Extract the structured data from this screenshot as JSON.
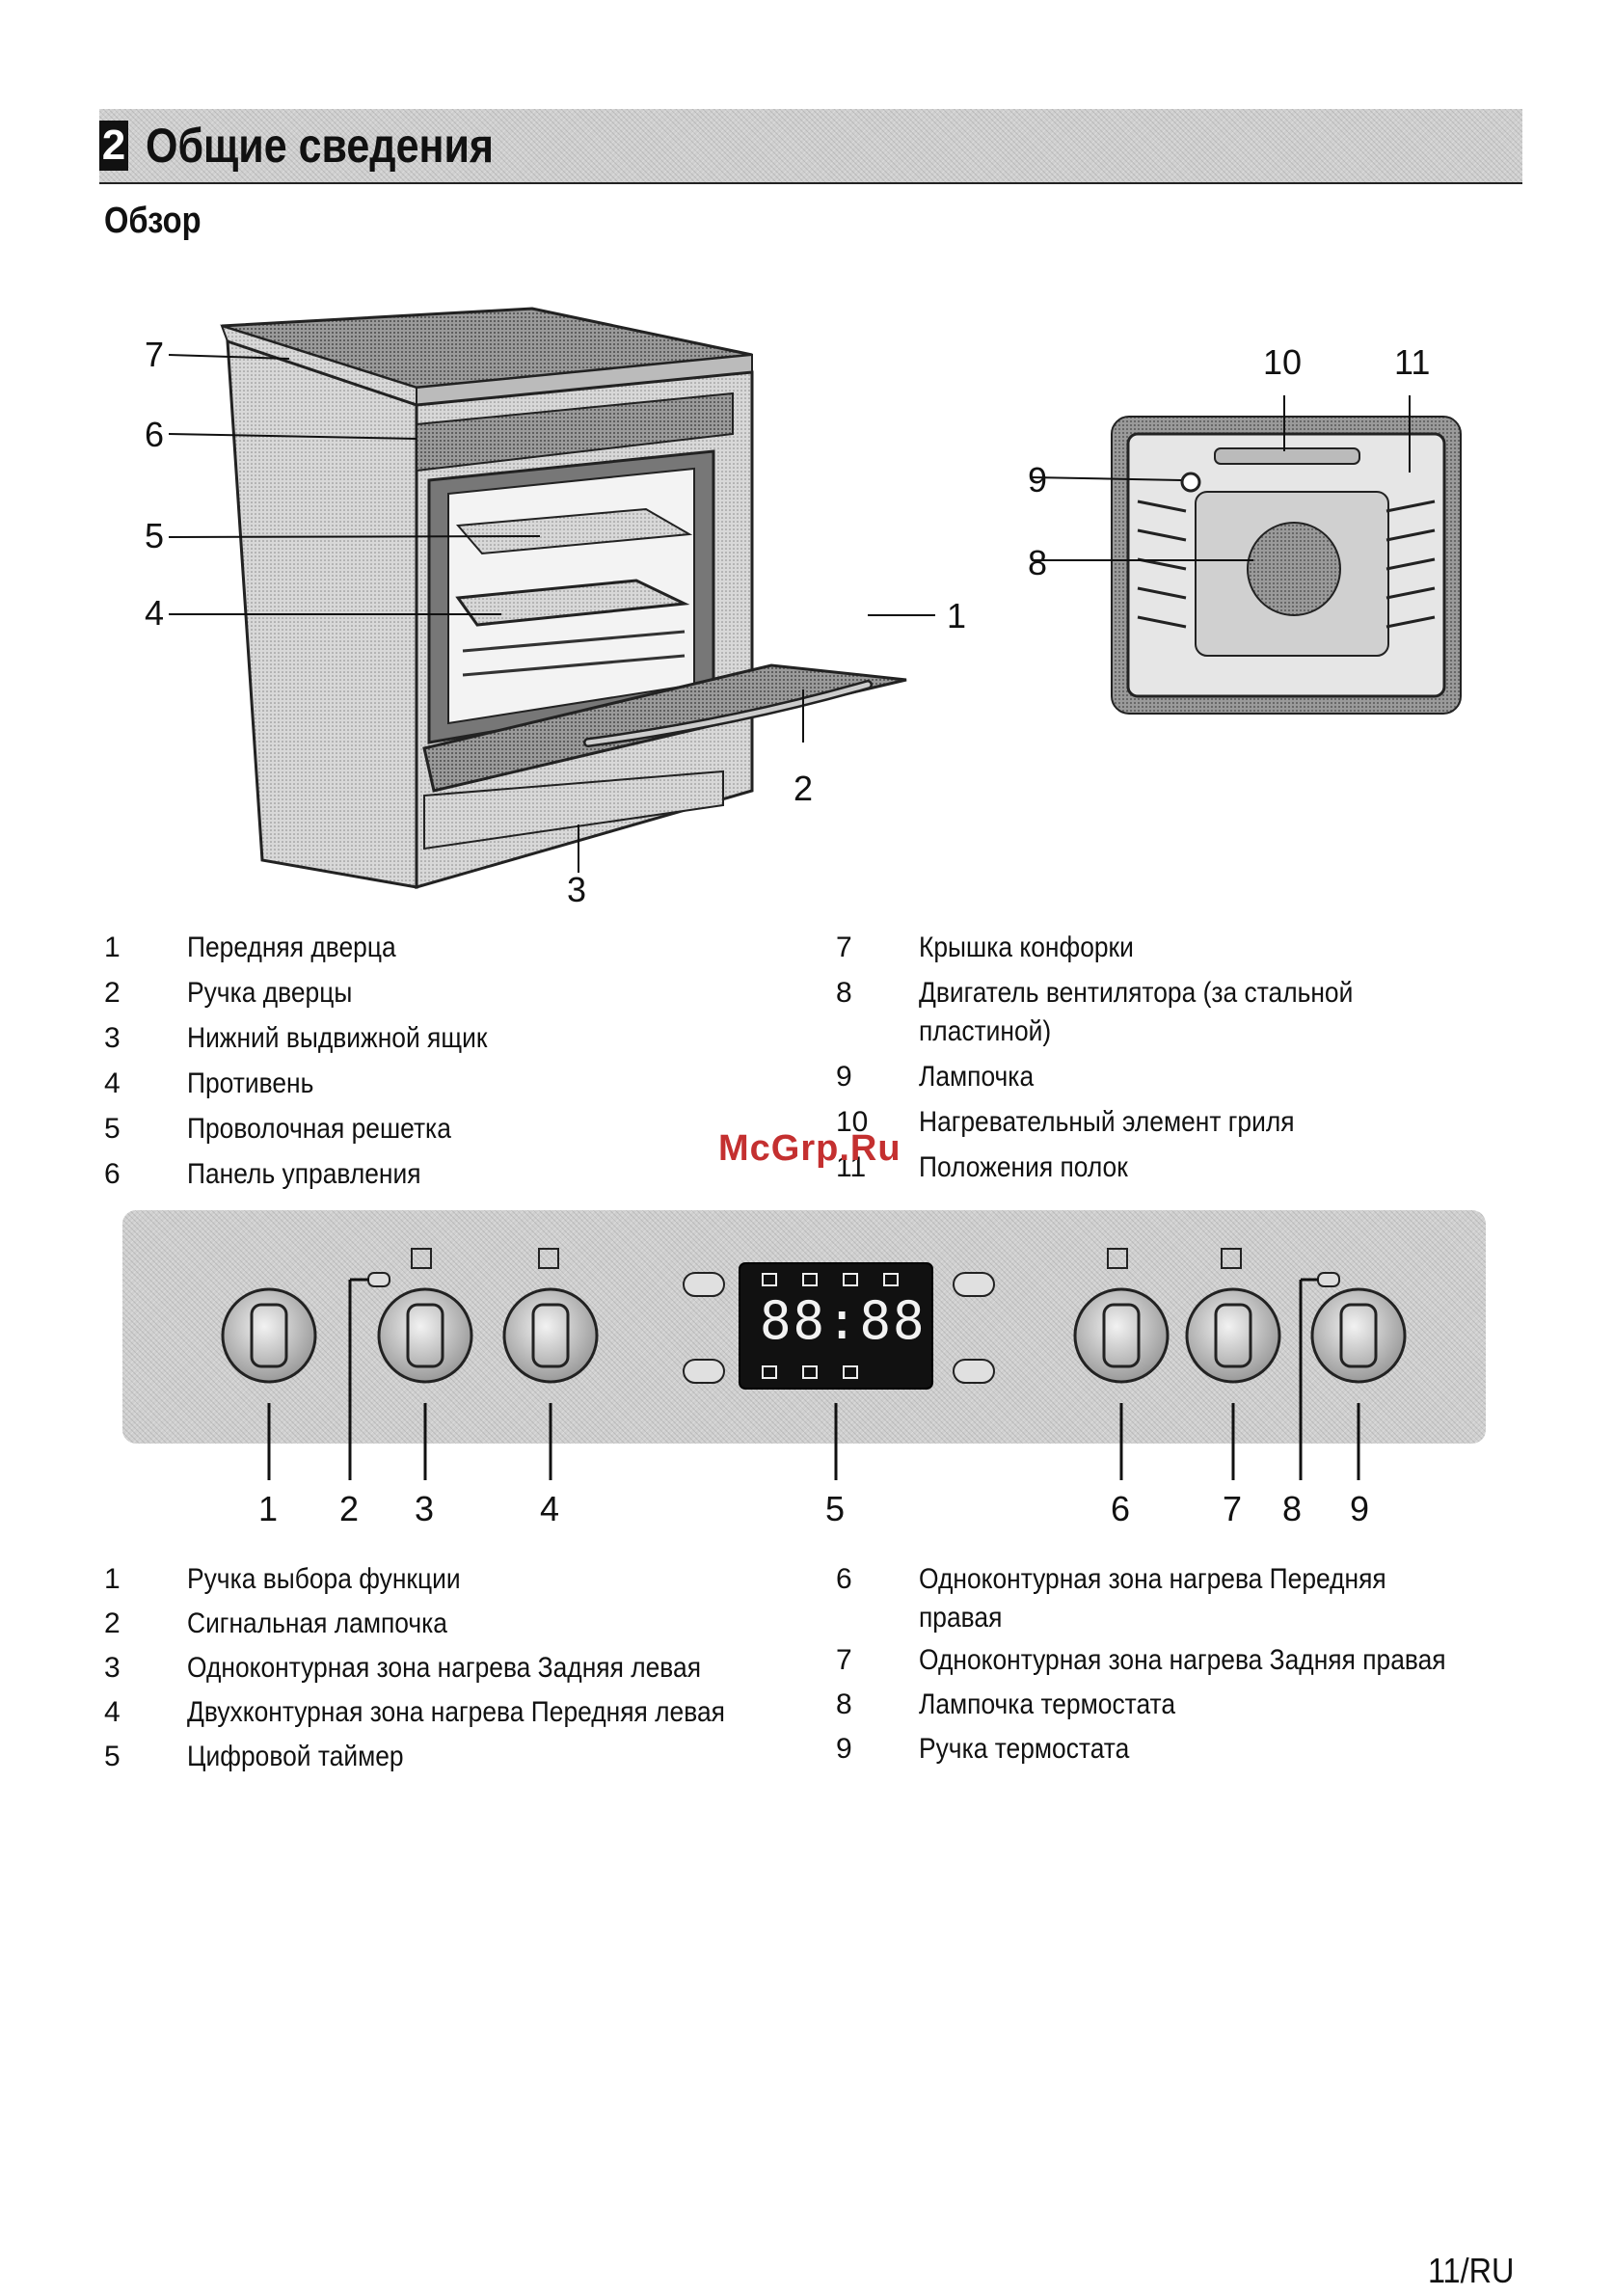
{
  "header": {
    "section_number": "2",
    "title": "Общие сведения"
  },
  "subtitle": "Обзор",
  "oven_diagram": {
    "callouts": [
      "1",
      "2",
      "3",
      "4",
      "5",
      "6",
      "7",
      "8",
      "9",
      "10",
      "11"
    ]
  },
  "oven_legend": [
    {
      "num": "1",
      "text": "Передняя дверца"
    },
    {
      "num": "2",
      "text": "Ручка дверцы"
    },
    {
      "num": "3",
      "text": "Нижний выдвижной ящик"
    },
    {
      "num": "4",
      "text": "Противень"
    },
    {
      "num": "5",
      "text": "Проволочная решетка"
    },
    {
      "num": "6",
      "text": "Панель управления"
    },
    {
      "num": "7",
      "text": "Крышка конфорки"
    },
    {
      "num": "8",
      "text": "Двигатель вентилятора (за стальной пластиной)"
    },
    {
      "num": "9",
      "text": "Лампочка"
    },
    {
      "num": "10",
      "text": "Нагревательный элемент гриля"
    },
    {
      "num": "11",
      "text": "Положения полок"
    }
  ],
  "watermark": "McGrp.Ru",
  "control_panel": {
    "display": "88:88",
    "callouts": [
      "1",
      "2",
      "3",
      "4",
      "5",
      "6",
      "7",
      "8",
      "9"
    ]
  },
  "panel_legend": [
    {
      "num": "1",
      "text": "Ручка выбора функции"
    },
    {
      "num": "2",
      "text": "Сигнальная лампочка"
    },
    {
      "num": "3",
      "text": "Одноконтурная зона нагрева Задняя левая"
    },
    {
      "num": "4",
      "text": "Двухконтурная зона нагрева Передняя левая"
    },
    {
      "num": "5",
      "text": "Цифровой таймер"
    },
    {
      "num": "6",
      "text": "Одноконтурная зона нагрева Передняя правая"
    },
    {
      "num": "7",
      "text": "Одноконтурная зона нагрева Задняя правая"
    },
    {
      "num": "8",
      "text": "Лампочка термостата"
    },
    {
      "num": "9",
      "text": "Ручка термостата"
    }
  ],
  "footer": {
    "page": "11/RU"
  }
}
